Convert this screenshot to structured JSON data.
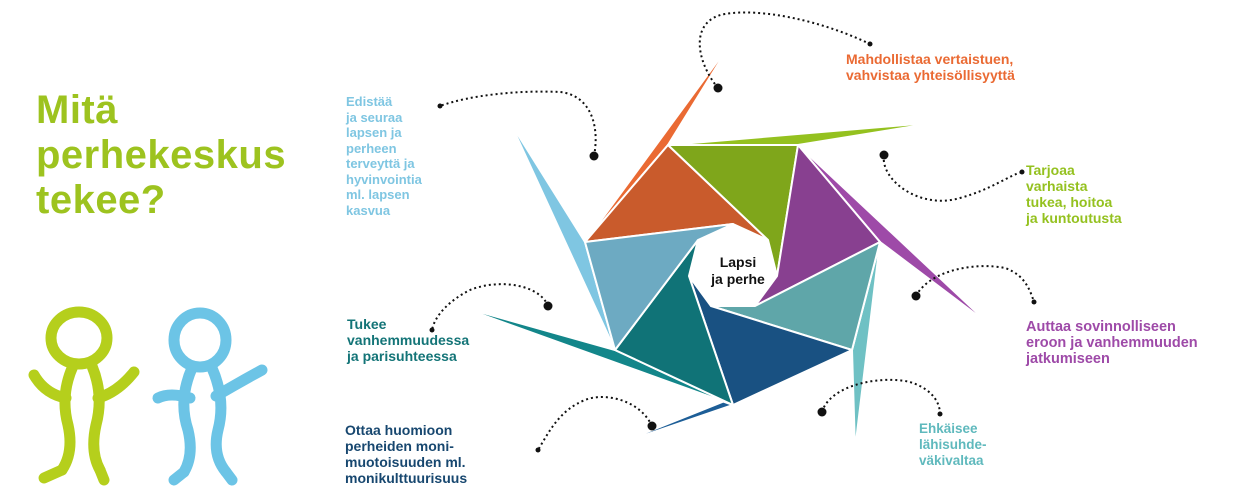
{
  "title_lines": [
    "Mitä",
    "perhekeskus",
    "tekee?"
  ],
  "center_lines": [
    "Lapsi",
    "ja perhe"
  ],
  "colors": {
    "title": "#9dc31f",
    "orange": "#ea6a33",
    "lime": "#94c11f",
    "purple": "#9e4aa8",
    "aqua": "#6fc1c4",
    "navy": "#1d5e97",
    "teal": "#13868a",
    "lightblue": "#7fc6e2",
    "label_teal": "#137477",
    "label_navy": "#17476f"
  },
  "segments": [
    {
      "id": "orange",
      "color": "#ea6a33",
      "label": [
        "Mahdollistaa vertaistuen,",
        "vahvistaa yhteisöllisyyttä"
      ]
    },
    {
      "id": "lime",
      "color": "#94c11f",
      "label": [
        "Tarjoaa",
        "varhaista",
        "tukea, hoitoa",
        "ja kuntoutusta"
      ]
    },
    {
      "id": "purple",
      "color": "#9e4aa8",
      "label": [
        "Auttaa sovinnolliseen",
        "eroon ja vanhemmuuden",
        "jatkumiseen"
      ]
    },
    {
      "id": "aqua",
      "color": "#6fc1c4",
      "label": [
        "Ehkäisee",
        "lähisuhde-",
        "väkivaltaa"
      ]
    },
    {
      "id": "navy",
      "color": "#1d5e97",
      "label": [
        "Ottaa huomioon",
        "perheiden moni-",
        "muotoisuuden ml.",
        "monikulttuurisuus"
      ]
    },
    {
      "id": "teal",
      "color": "#13868a",
      "label": [
        "Tukee",
        "vanhemmuudessa",
        "ja parisuhteessa"
      ]
    },
    {
      "id": "lightblue",
      "color": "#7fc6e2",
      "label": [
        "Edistää",
        "ja seuraa",
        "lapsen ja",
        "perheen",
        "terveyttä ja",
        "hyvinvointia",
        "ml. lapsen",
        "kasvua"
      ]
    }
  ]
}
